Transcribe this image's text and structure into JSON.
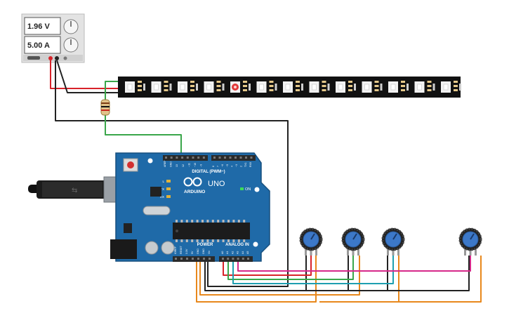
{
  "power_supply": {
    "voltage_readout": "1.96 V",
    "current_readout": "5.00 A"
  },
  "arduino": {
    "logo_text": "ARDUINO",
    "model": "UNO",
    "on_label": "ON",
    "digital_header_label": "DIGITAL (PWM~)",
    "power_header_label": "POWER",
    "analog_header_label": "ANALOG IN",
    "led_labels": [
      "L",
      "TX",
      "RX"
    ],
    "digital_pin_labels": [
      "AREF",
      "GND",
      "13",
      "12",
      "~11",
      "~10",
      "~9",
      "8",
      "7",
      "~6",
      "~5",
      "4",
      "~3",
      "2",
      "TX1",
      "RX0"
    ],
    "power_pin_labels": [
      "IOREF",
      "RESET",
      "3.3V",
      "5V",
      "GND",
      "GND",
      "Vin"
    ],
    "analog_pin_labels": [
      "A0",
      "A1",
      "A2",
      "A3",
      "A4",
      "A5"
    ]
  },
  "led_strip": {
    "pixel_count": 13,
    "lit_pixel_index": 4,
    "lit_color": "#e23a3a"
  },
  "potentiometers": {
    "count": 4
  },
  "colors": {
    "board_blue": "#1f6aa8",
    "wire_red": "#d8232a",
    "wire_black": "#222222",
    "wire_green": "#3aa64a",
    "wire_orange": "#e8881c",
    "wire_magenta": "#d6288a",
    "wire_teal": "#1e9fb0"
  }
}
